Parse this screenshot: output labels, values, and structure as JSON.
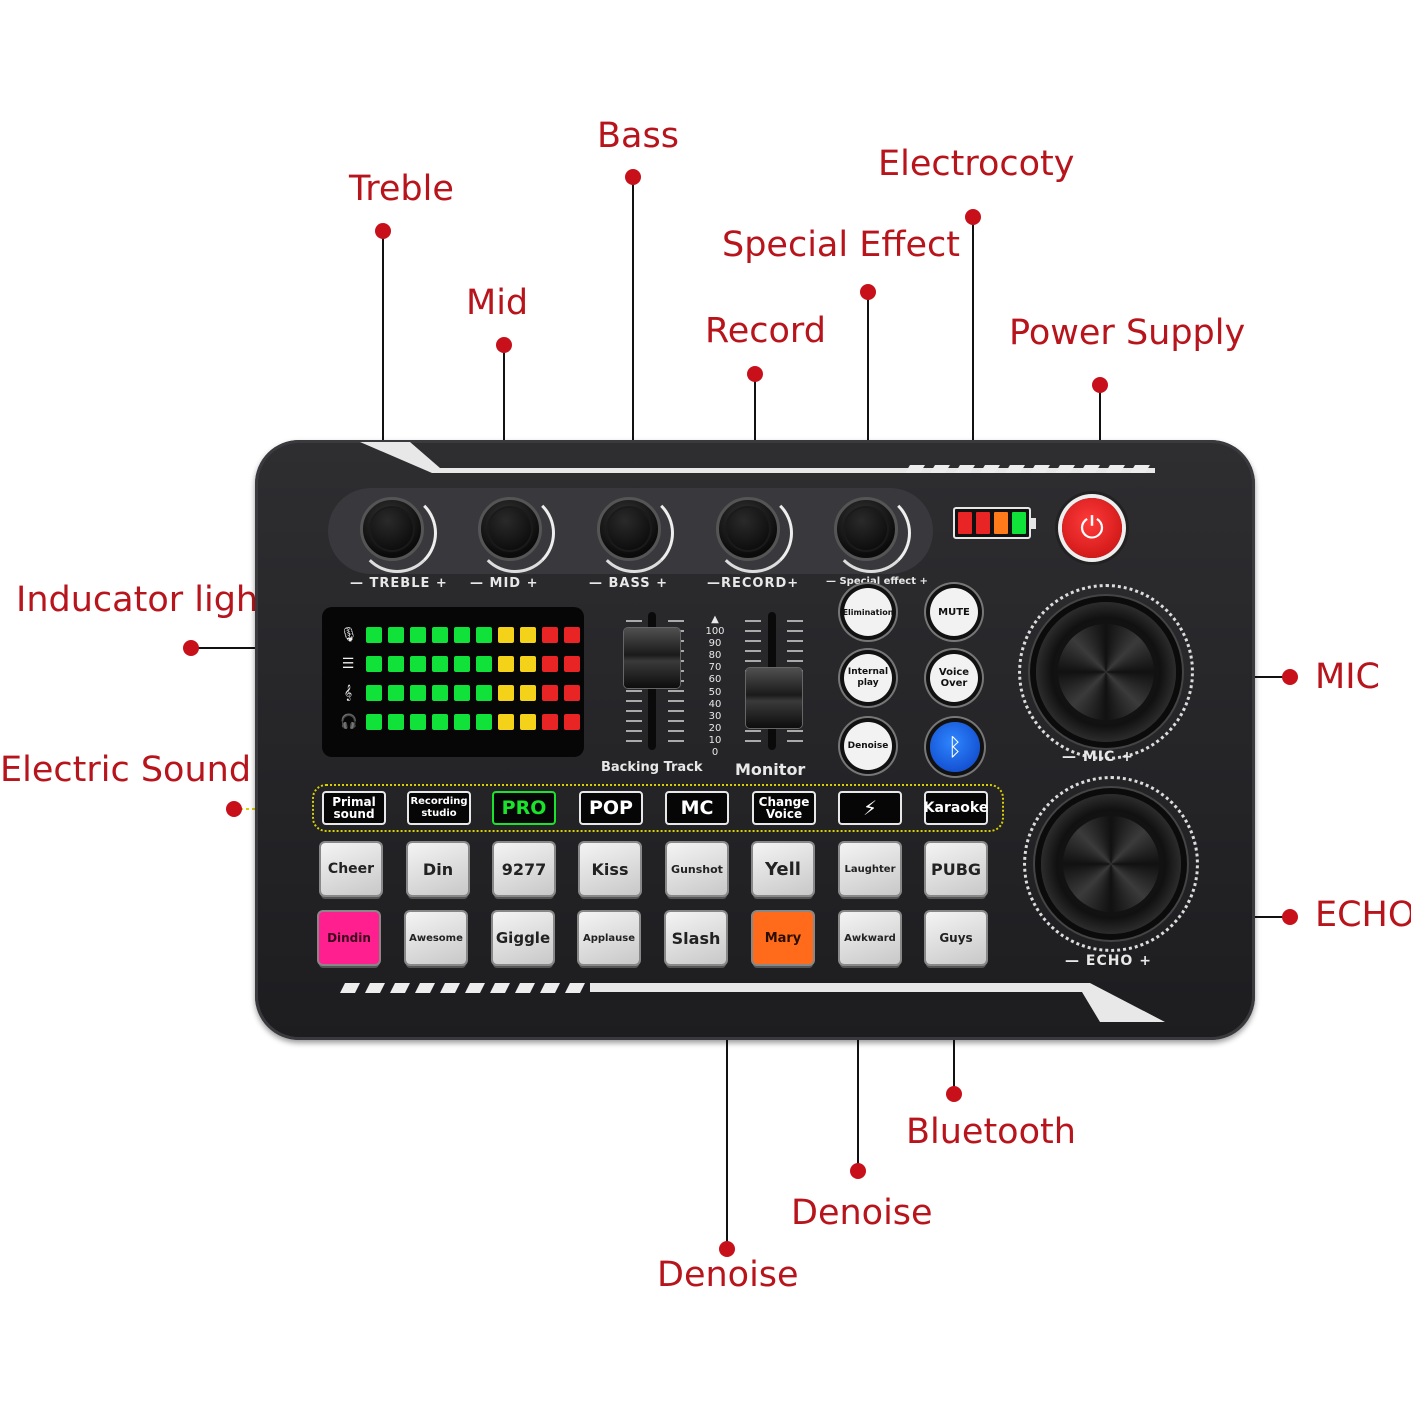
{
  "callouts": {
    "treble": "Treble",
    "bass": "Bass",
    "electrocoty": "Electrocoty",
    "special_effect": "Special Effect",
    "mid": "Mid",
    "record": "Record",
    "power_supply": "Power Supply",
    "indicator_light": "Inducator light",
    "mic": "MIC",
    "electric_sound": "Electric Sound",
    "echo": "ECHO",
    "bluetooth": "Bluetooth",
    "denoise_1": "Denoise",
    "denoise_2": "Denoise"
  },
  "knobs": {
    "treble": "— TREBLE +",
    "mid": "—  MID  +",
    "bass": "—  BASS  +",
    "record": "—RECORD+",
    "special": "— Special effect +"
  },
  "meter_icons": [
    "mic-icon",
    "equalizer-icon",
    "music-note-icon",
    "headphones-icon"
  ],
  "faders": {
    "backing": "Backing Track",
    "monitor": "Monitor",
    "scale": [
      "100",
      "90",
      "80",
      "70",
      "60",
      "50",
      "40",
      "30",
      "20",
      "10",
      "0"
    ]
  },
  "round_buttons": {
    "elimination": "Elimination",
    "mute": "MUTE",
    "internal_play": "Internal play",
    "voice_over": "Voice Over",
    "denoise": "Denoise"
  },
  "modes": [
    "Primal sound",
    "Recording studio",
    "PRO",
    "POP",
    "MC",
    "Change Voice",
    "⚡",
    "Karaoke"
  ],
  "pads_row1": [
    "Cheer",
    "Din",
    "9277",
    "Kiss",
    "Gunshot",
    "Yell",
    "Laughter",
    "PUBG"
  ],
  "pads_row2": [
    "Dindin",
    "Awesome",
    "Giggle",
    "Applause",
    "Slash",
    "Mary",
    "Awkward",
    "Guys"
  ],
  "dials": {
    "mic": "—   MIC   +",
    "echo": "—  ECHO  +"
  },
  "colors": {
    "label": "#b8141c",
    "pro_border": "#19e32b",
    "pad_pink": "#ff1f8f",
    "pad_orange": "#ff6b1a",
    "led_green": "#10e23a",
    "led_yellow": "#f4d21a",
    "led_red": "#e82424"
  }
}
